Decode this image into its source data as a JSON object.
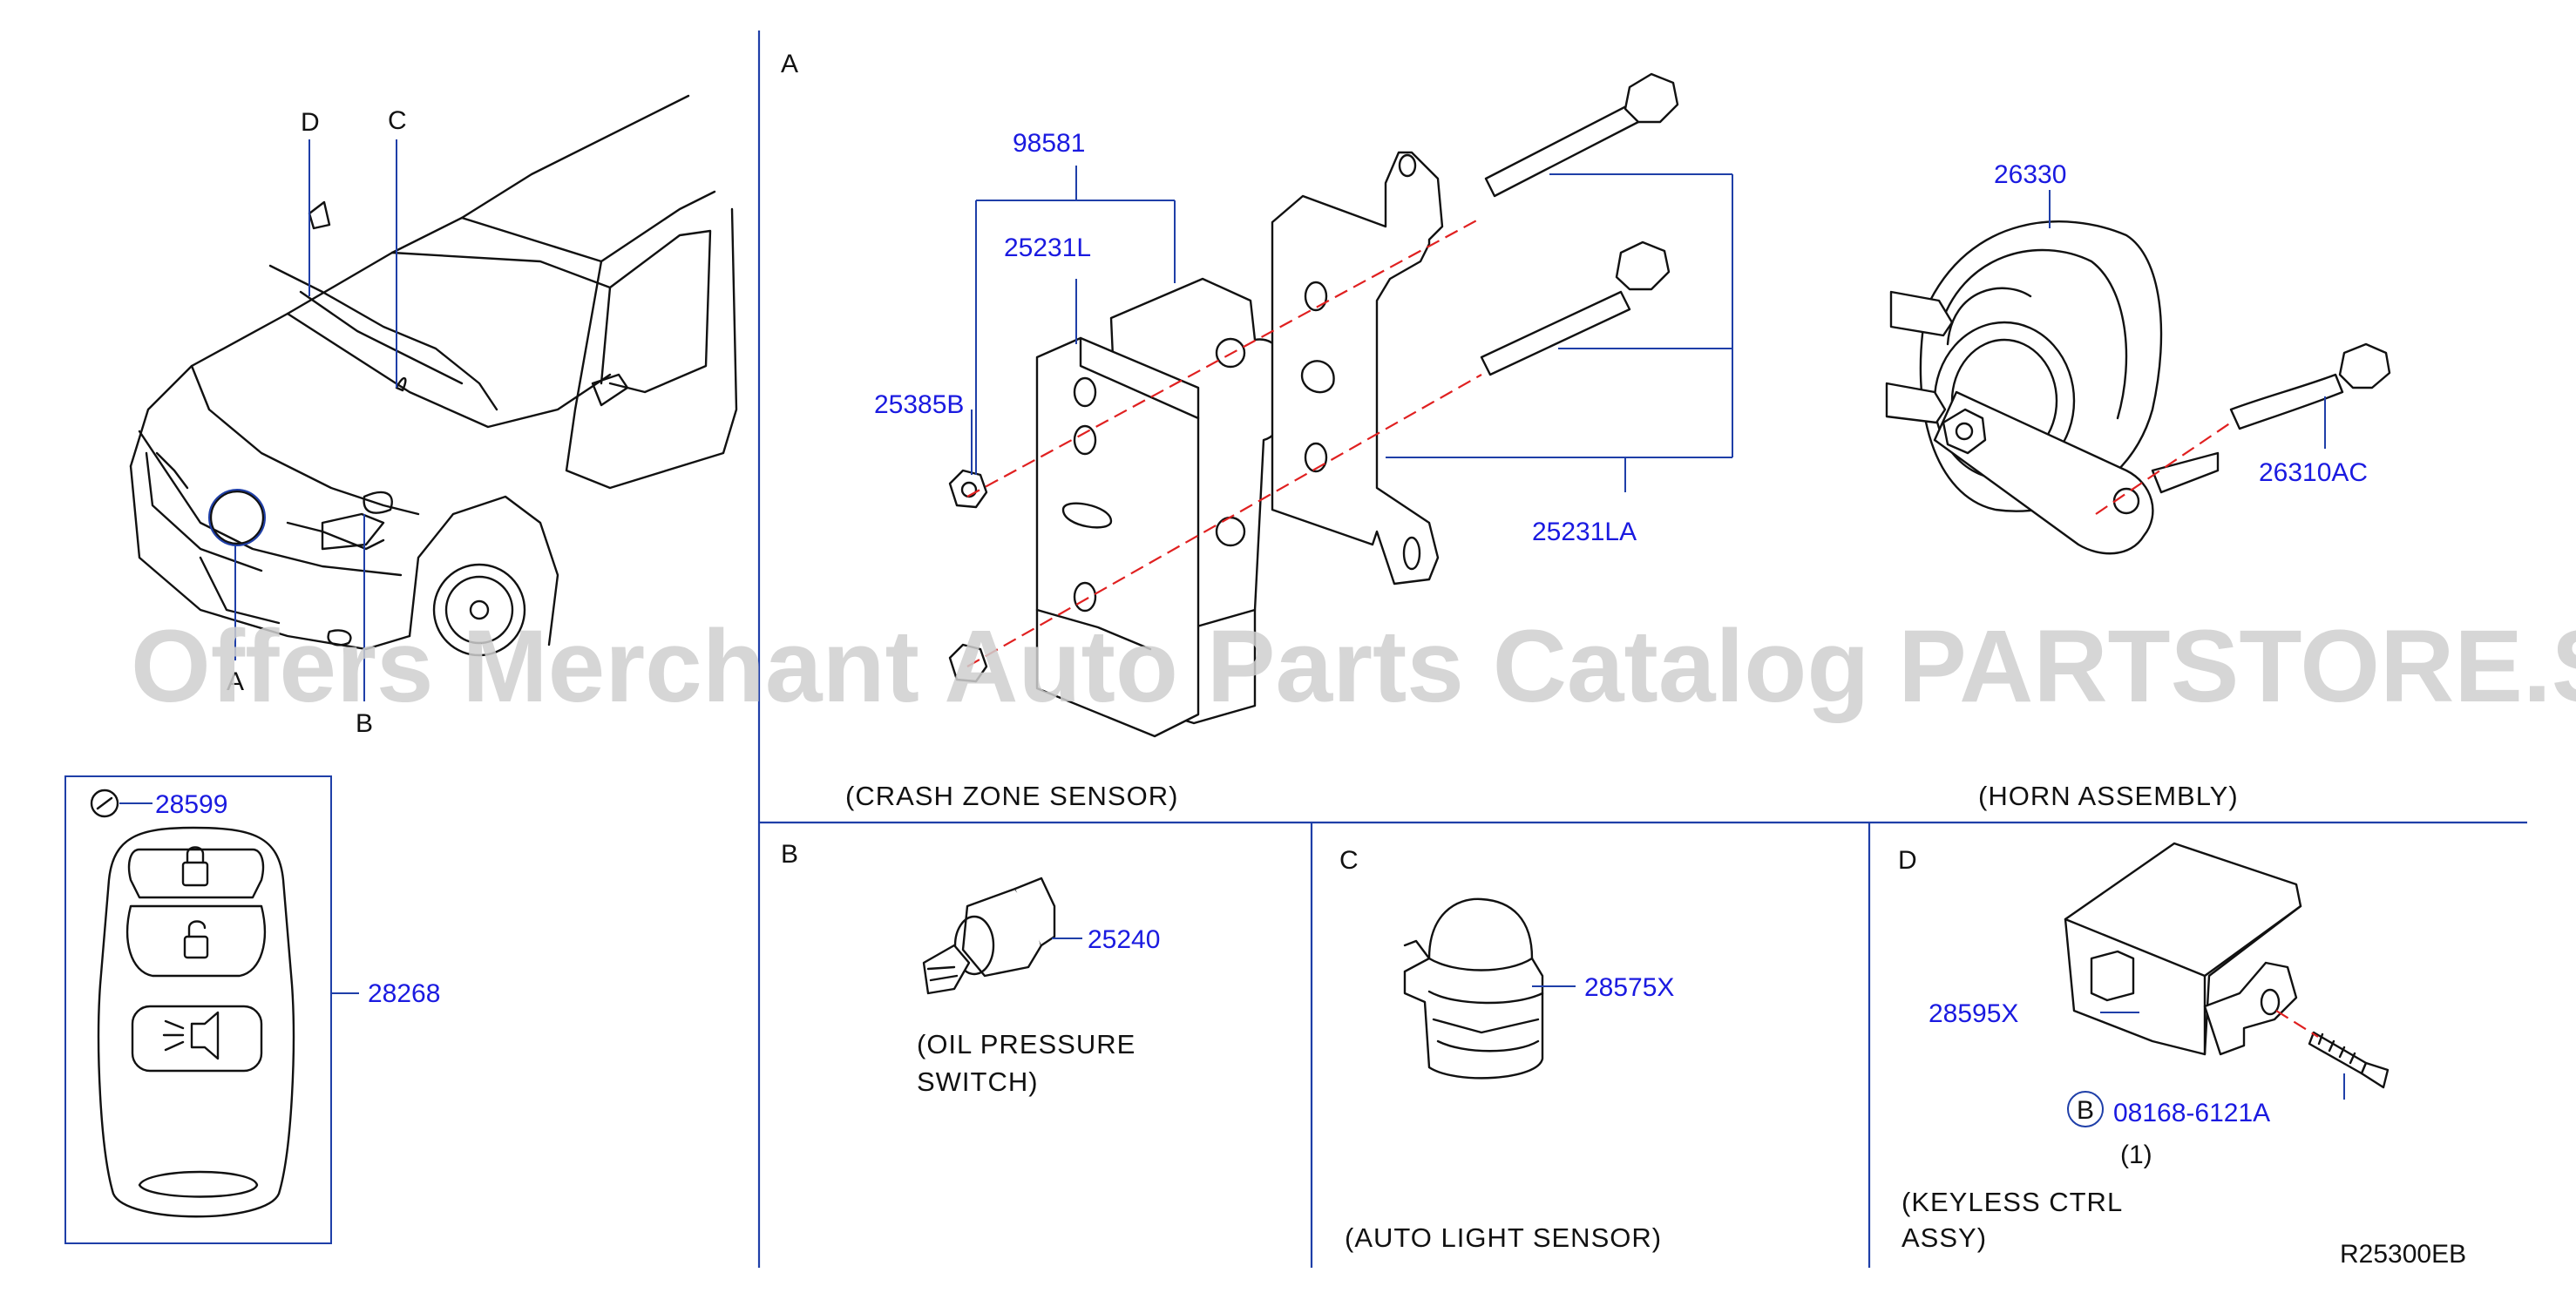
{
  "sections": {
    "A": "A",
    "B": "B",
    "C": "C",
    "D": "D"
  },
  "car_callouts": {
    "a": "A",
    "b": "B",
    "c": "C",
    "d": "D"
  },
  "remote": {
    "badge_part": "28599",
    "assembly_part": "28268"
  },
  "crash_zone_sensor": {
    "parts": {
      "bracket_group": "98581",
      "sensor": "25231L",
      "nut": "25385B",
      "bracket": "25231LA"
    },
    "caption": "(CRASH   ZONE   SENSOR)"
  },
  "horn_assembly": {
    "parts": {
      "horn": "26330",
      "bolt": "26310AC"
    },
    "caption": "(HORN   ASSEMBLY)"
  },
  "oil_pressure_switch": {
    "part": "25240",
    "caption_line1": "(OIL   PRESSURE",
    "caption_line2": "SWITCH)"
  },
  "auto_light_sensor": {
    "part": "28575X",
    "caption": "(AUTO   LIGHT   SENSOR)"
  },
  "keyless_ctrl": {
    "part": "28595X",
    "screw_badge": "B",
    "screw_part": "08168-6121A",
    "screw_qty": "(1)",
    "caption_line1": "(KEYLESS   CTRL",
    "caption_line2": "ASSY)"
  },
  "diagram_code": "R25300EB",
  "watermark": "Offers Merchant Auto Parts Catalog PARTSTORE.SA",
  "colors": {
    "part_number": "#1a1ae0",
    "leader_line": "#1f3fa8",
    "centerline": "#e02020",
    "watermark": "#cfcfcf"
  }
}
